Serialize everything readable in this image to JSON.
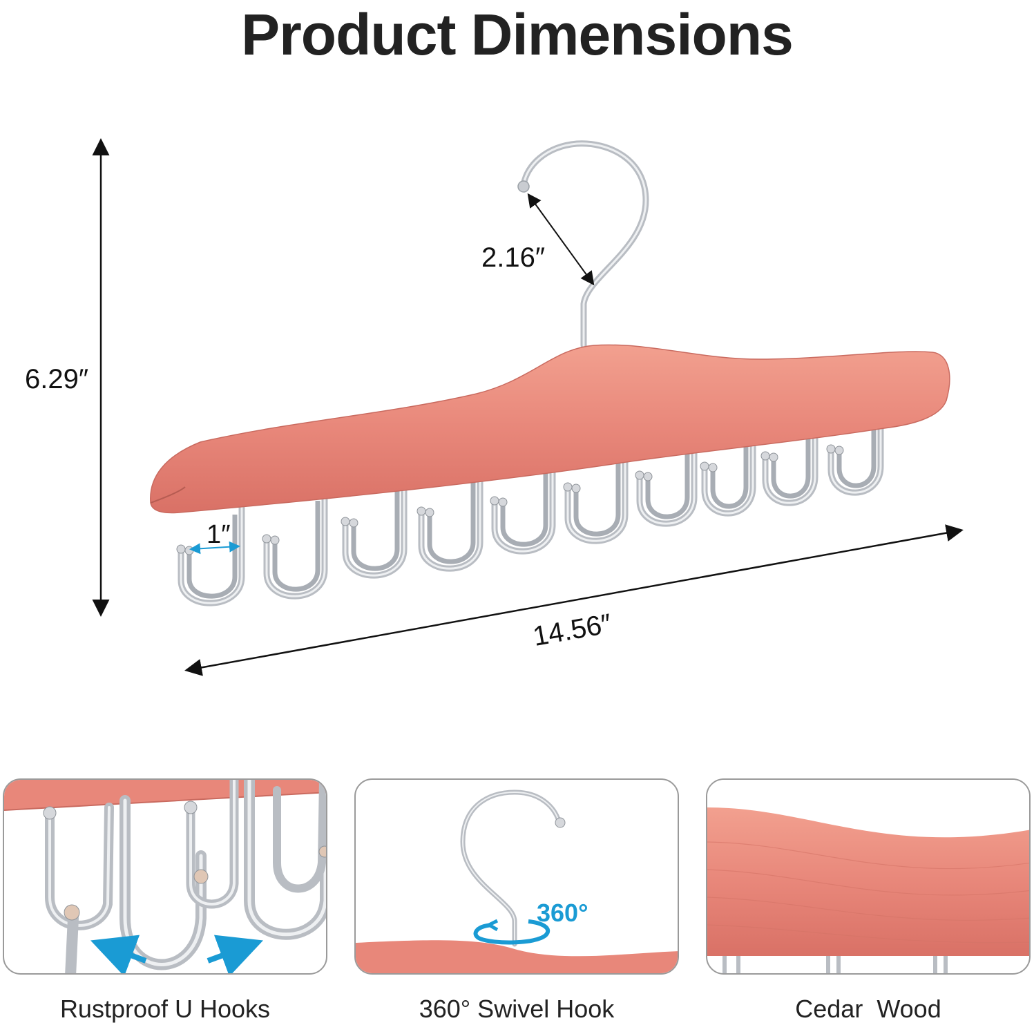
{
  "title": "Product Dimensions",
  "dimensions": {
    "height": "6.29″",
    "hook_opening": "2.16″",
    "u_hook_width": "1″",
    "length": "14.56″"
  },
  "features": [
    {
      "caption": "Rustproof U Hooks"
    },
    {
      "caption": "360° Swivel Hook",
      "badge": "360°"
    },
    {
      "caption": "Cedar  Wood"
    }
  ],
  "colors": {
    "cedar": "#e8877a",
    "chrome": "#c9ccd1",
    "accent_arrow": "#1a9bd4",
    "title": "#222222"
  }
}
